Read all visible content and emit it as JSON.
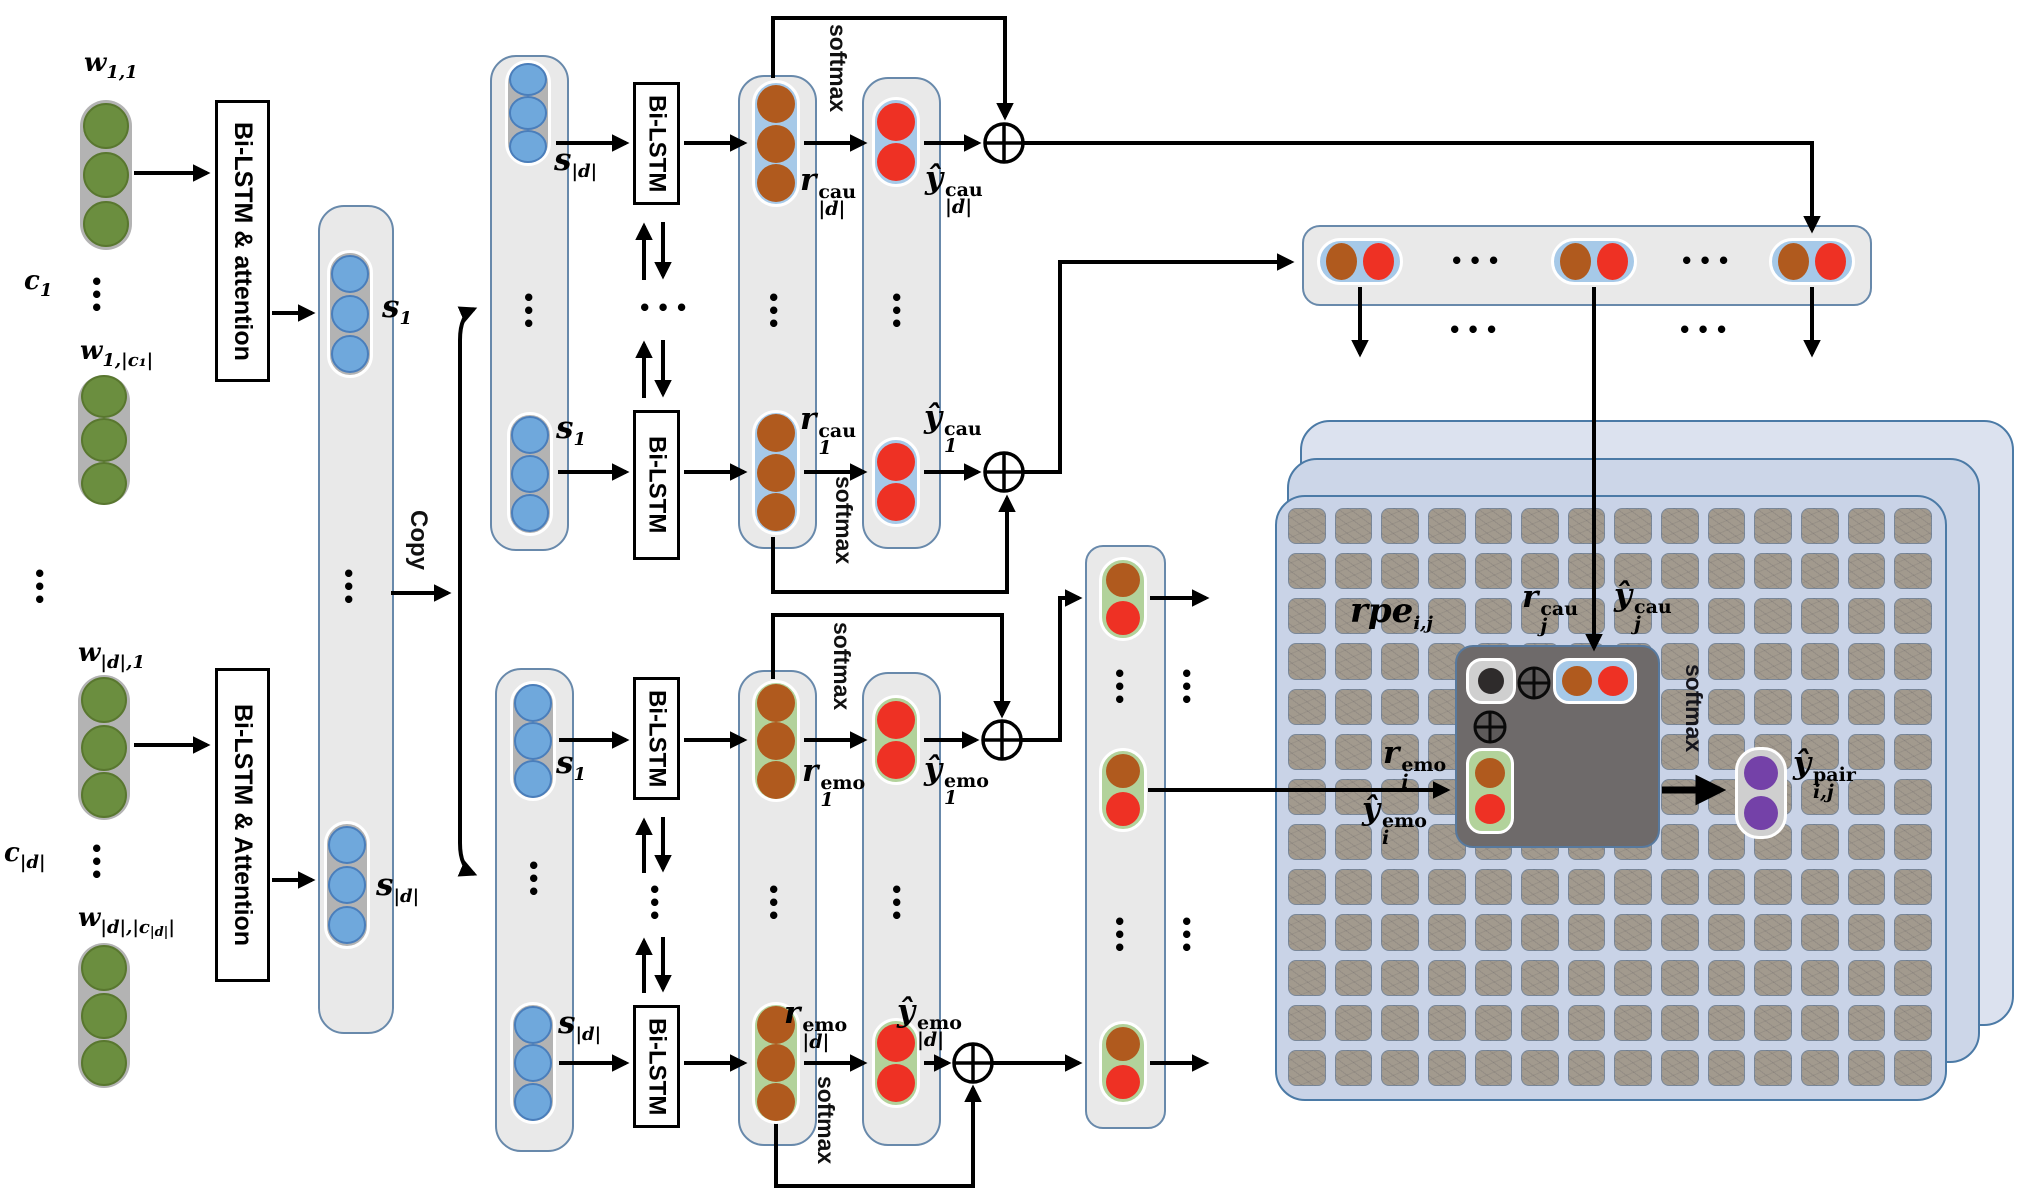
{
  "title": "Emotion-cause pair extraction network diagram",
  "glyphs": {
    "ellipsis": "•••"
  },
  "boxes": {
    "bilstm_attention_top": "Bi-LSTM & attention",
    "bilstm_attention_bottom": "Bi-LSTM & Attention",
    "bilstm": "Bi-LSTM",
    "softmax": "softmax",
    "copy": "Copy"
  },
  "math": {
    "w11": {
      "base": "w",
      "sub": "1,1"
    },
    "c1": {
      "base": "c",
      "sub": "1"
    },
    "w1c1": {
      "base": "w",
      "sub": "1,|c₁|"
    },
    "wd1": {
      "base": "w",
      "sub": "|d|,1"
    },
    "cd": {
      "base": "c",
      "sub": "|d|"
    },
    "wdcd": {
      "base": "w",
      "sub": "|d|,|c",
      "subsub": "|d|",
      "sub2": "|"
    },
    "s1": {
      "base": "s",
      "sub": "1"
    },
    "sd": {
      "base": "s",
      "sub": "|d|"
    },
    "r_cau_d": {
      "base": "r",
      "sup": "cau",
      "sub": "|d|"
    },
    "y_cau_d": {
      "base": "ŷ",
      "sup": "cau",
      "sub": "|d|"
    },
    "r_cau_1": {
      "base": "r",
      "sup": "cau",
      "sub": "1"
    },
    "y_cau_1": {
      "base": "ŷ",
      "sup": "cau",
      "sub": "1"
    },
    "r_emo_1": {
      "base": "r",
      "sup": "emo",
      "sub": "1"
    },
    "y_emo_1": {
      "base": "ŷ",
      "sup": "emo",
      "sub": "1"
    },
    "r_emo_d": {
      "base": "r",
      "sup": "emo",
      "sub": "|d|"
    },
    "y_emo_d": {
      "base": "ŷ",
      "sup": "emo",
      "sub": "|d|"
    },
    "rpe": {
      "base": "rpe",
      "sub": "i,j"
    },
    "r_cau_j": {
      "base": "r",
      "sup": "cau",
      "sub": "j"
    },
    "y_cau_j": {
      "base": "ŷ",
      "sup": "cau",
      "sub": "j"
    },
    "r_emo_i": {
      "base": "r",
      "sup": "emo",
      "sub": "i"
    },
    "y_emo_i": {
      "base": "ŷ",
      "sup": "emo",
      "sub": "i"
    },
    "y_pair": {
      "base": "ŷ",
      "sup": "pair",
      "sub": "i,j"
    }
  },
  "colors": {
    "word_embedding_green": "#6b8e3f",
    "clause_vector_blue": "#6fa8dc",
    "representation_brown": "#b05a1e",
    "prediction_red": "#ee3124",
    "pair_purple": "#7441a8",
    "cause_pill_blue": "#a6c9e8",
    "emotion_pill_green": "#b2d29b",
    "column_gray": "#e9e9e9",
    "column_border_blue": "#6889ab",
    "matrix_layer_blue": "#c9d3e7",
    "matrix_cell_gray": "#a29a8e",
    "pair_box_gray": "#6e6a6a"
  }
}
